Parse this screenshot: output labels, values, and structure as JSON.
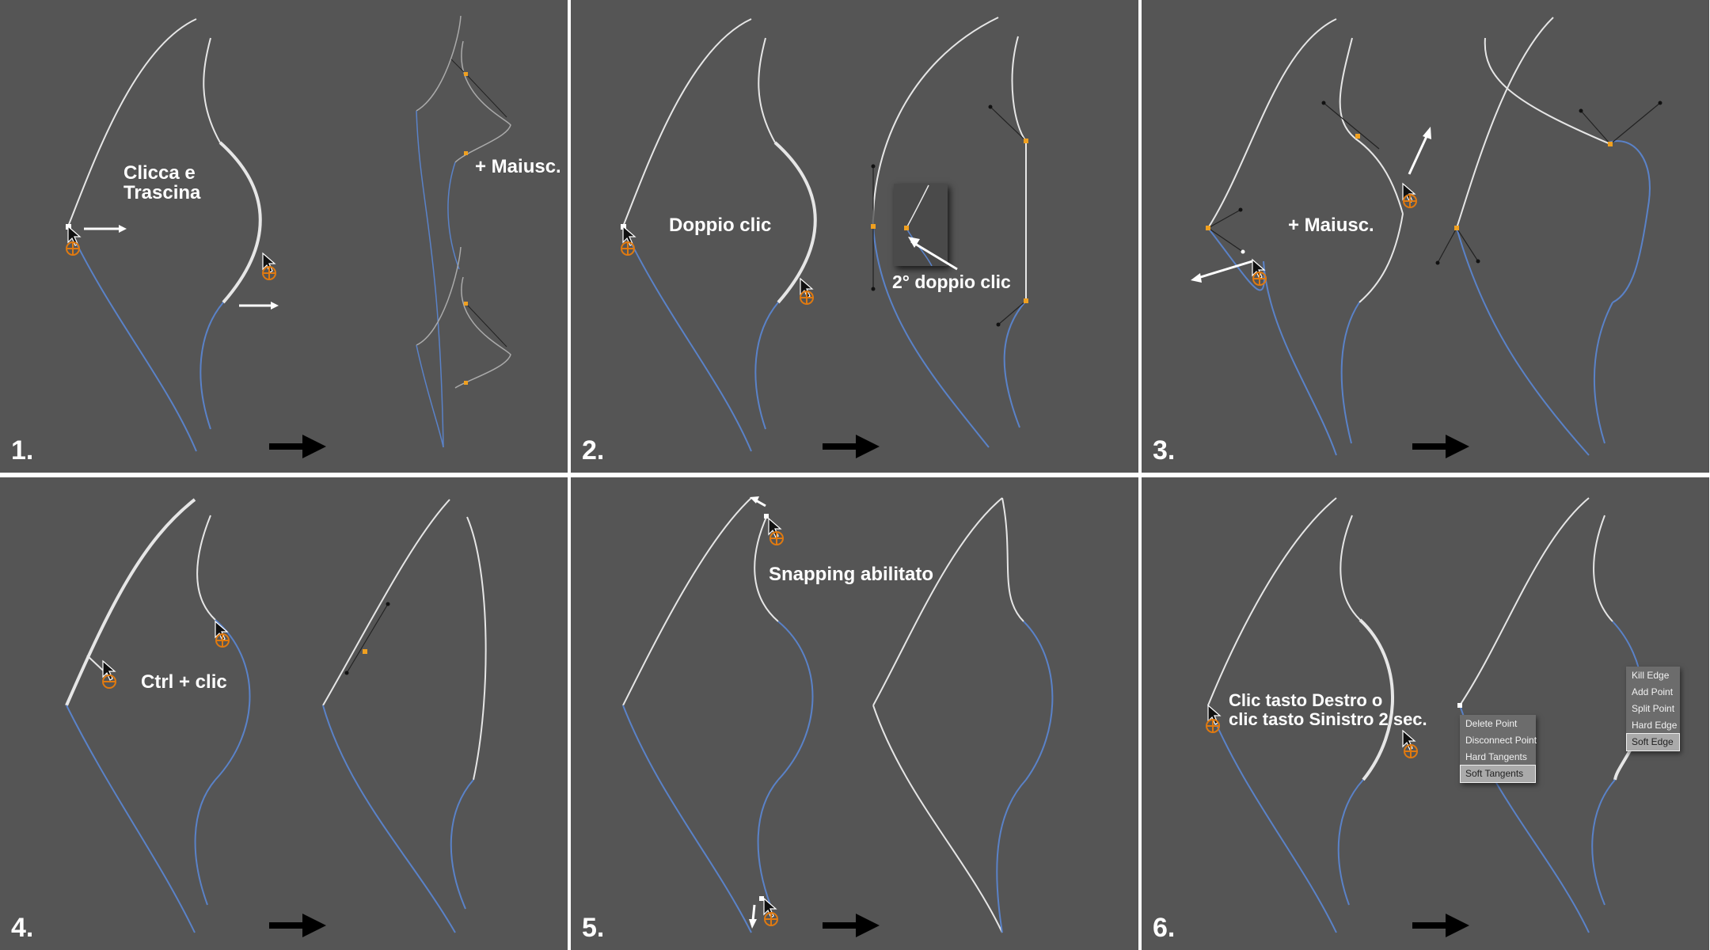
{
  "colors": {
    "panel_bg": "#555555",
    "spline_white": "#e6e6e6",
    "spline_blue": "#5a82c8",
    "point_orange": "#f0a020",
    "arrow_black": "#000000",
    "separator": "#ffffff"
  },
  "panels": [
    {
      "number": "1.",
      "captions": [
        "Clicca e\nTrascina",
        "+ Maiusc."
      ]
    },
    {
      "number": "2.",
      "captions": [
        "Doppio clic",
        "2° doppio clic"
      ]
    },
    {
      "number": "3.",
      "captions": [
        "+ Maiusc."
      ]
    },
    {
      "number": "4.",
      "captions": [
        "Ctrl + clic"
      ]
    },
    {
      "number": "5.",
      "captions": [
        "Snapping abilitato"
      ]
    },
    {
      "number": "6.",
      "captions": [
        "Clic tasto Destro o\nclic  tasto Sinistro 2 sec."
      ]
    }
  ],
  "menus": {
    "point_menu": {
      "items": [
        "Delete Point",
        "Disconnect Point",
        "Hard Tangents",
        "Soft Tangents"
      ],
      "selected": "Soft Tangents"
    },
    "edge_menu": {
      "items": [
        "Kill Edge",
        "Add Point",
        "Split Point",
        "Hard Edge",
        "Soft Edge"
      ],
      "selected": "Soft Edge"
    }
  },
  "icons": [
    "mouse-pointer-icon",
    "anchor-cursor-icon",
    "next-step-arrow-icon"
  ]
}
